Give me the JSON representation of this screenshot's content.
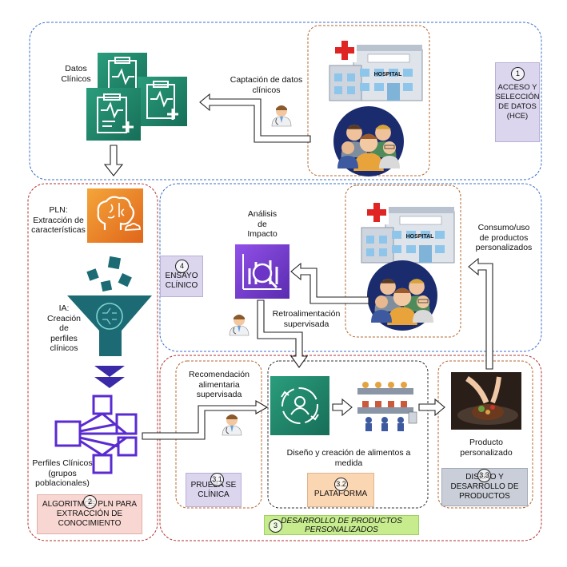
{
  "labels": {
    "datos_clinicos": "Datos\nClínicos",
    "captacion": "Captación de datos\nclínicos",
    "pln": "PLN:\nExtracción de\ncaracterísticas",
    "ia": "IA:\nCreación\nde\nperfiles\nclínicos",
    "perfiles": "Perfiles Clínicos\n(grupos\npoblacionales)",
    "analisis": "Análisis\nde\nImpacto",
    "retroalimentacion": "Retroalimentación\nsupervisada",
    "consumo": "Consumo/uso\nde productos\npersonalizados",
    "recomendacion": "Recomendación\nalimentaria\nsupervisada",
    "diseno": "Diseño y creación de alimentos a\nmedida",
    "producto": "Producto\npersonalizado",
    "hospital_sign_1": "HOSPITAL",
    "hospital_sign_2": "HOSPITAL"
  },
  "steps": {
    "s1": {
      "num": "1",
      "label": "ACCESO Y\nSELECCIÓN\nDE DATOS\n(HCE)"
    },
    "s2": {
      "num": "2",
      "label": "ALGORITMOS PLN PARA\nEXTRACCIÓN DE\nCONOCIMIENTO"
    },
    "s3": {
      "num": "3",
      "label": "DESARROLLO DE PRODUCTOS\nPERSONALIZADOS"
    },
    "s31": {
      "num": "3.1",
      "label": "PRUEBA SE\nCLÍNICA"
    },
    "s32": {
      "num": "3.2",
      "label": "PLATAFORMA"
    },
    "s33": {
      "num": "3.3",
      "label": "DISEÑO Y\nDESARROLLO DE\nPRODUCTOS"
    },
    "s4": {
      "num": "4",
      "label": "ENSAYO\nCLÍNICO"
    }
  },
  "colors": {
    "aws_green": "#1e8f6f",
    "aws_orange": "#ef7a1a",
    "aws_purple": "#7b3fd6",
    "teal": "#1c6b74",
    "purple_box": "#dcd5ee",
    "pink_box": "#f8d6d2",
    "orange_box": "#fbd6b3",
    "gray_box": "#c9ced8",
    "green_box": "#c6ec8e",
    "blue_dash": "#3a6fc7",
    "red_dash": "#b03131",
    "brown_dash": "#b5652d"
  }
}
